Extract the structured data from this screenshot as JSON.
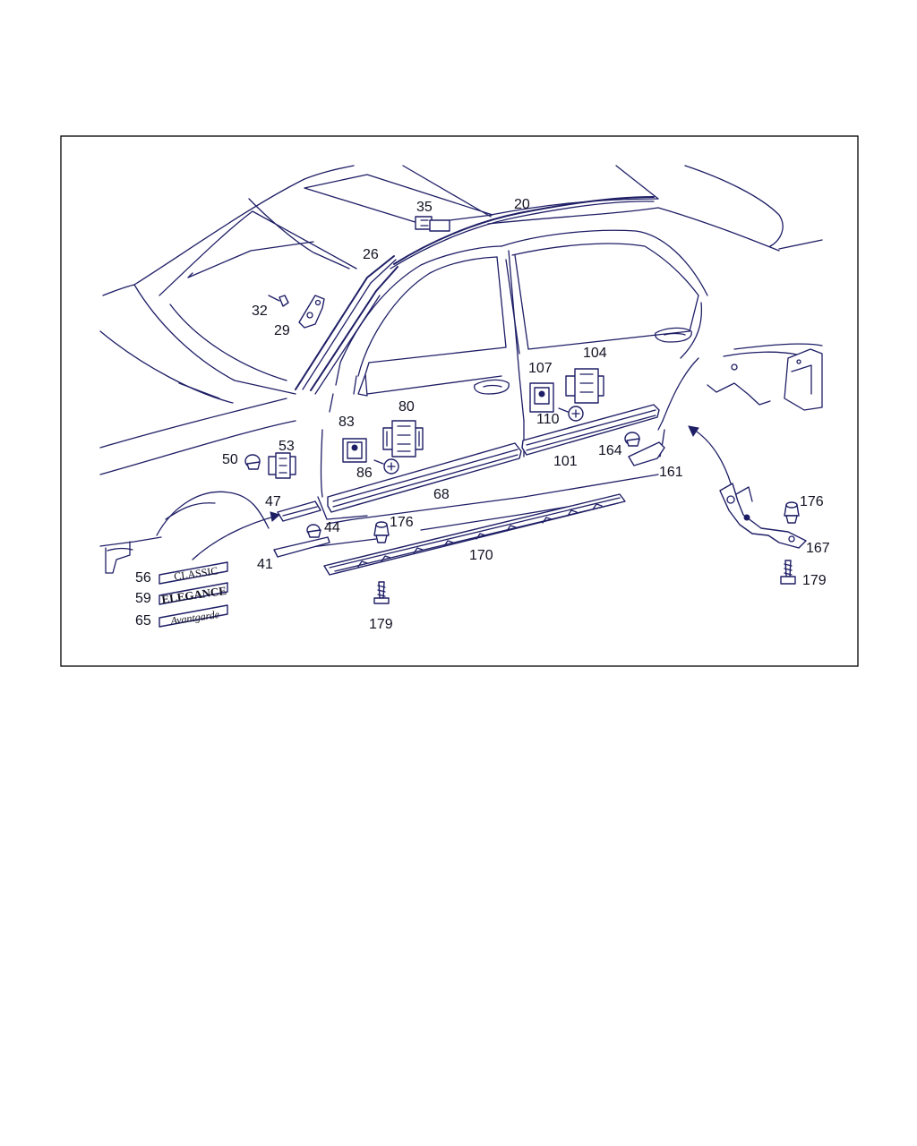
{
  "diagram": {
    "callouts": {
      "p20": "20",
      "p26": "26",
      "p29": "29",
      "p32": "32",
      "p35": "35",
      "p41": "41",
      "p44": "44",
      "p47": "47",
      "p50": "50",
      "p53": "53",
      "p56": "56",
      "p59": "59",
      "p65": "65",
      "p68": "68",
      "p80": "80",
      "p83": "83",
      "p86": "86",
      "p101": "101",
      "p104": "104",
      "p107": "107",
      "p110": "110",
      "p161": "161",
      "p164": "164",
      "p167": "167",
      "p170": "170",
      "p176a": "176",
      "p176b": "176",
      "p179a": "179",
      "p179b": "179"
    },
    "badges": {
      "classic": "CLASSIC",
      "elegance": "ELEGANCE",
      "avantgarde": "Avantgarde"
    },
    "colors": {
      "line": "#1e1e66",
      "background": "#ffffff",
      "frame": "#000000"
    }
  }
}
